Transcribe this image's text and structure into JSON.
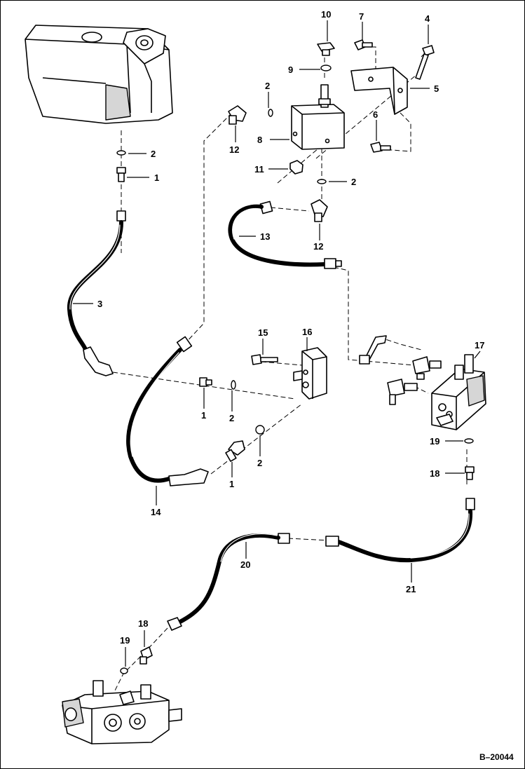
{
  "drawing_id": "B–20044",
  "callouts": {
    "c1a": "1",
    "c1b": "1",
    "c1c": "1",
    "c2a": "2",
    "c2b": "2",
    "c2c": "2",
    "c2d": "2",
    "c2e": "2",
    "c3": "3",
    "c4": "4",
    "c5": "5",
    "c6": "6",
    "c7": "7",
    "c8": "8",
    "c9": "9",
    "c10": "10",
    "c11": "11",
    "c12a": "12",
    "c12b": "12",
    "c13": "13",
    "c14": "14",
    "c15": "15",
    "c16": "16",
    "c17": "17",
    "c18a": "18",
    "c18b": "18",
    "c19a": "19",
    "c19b": "19",
    "c20": "20",
    "c21": "21"
  }
}
